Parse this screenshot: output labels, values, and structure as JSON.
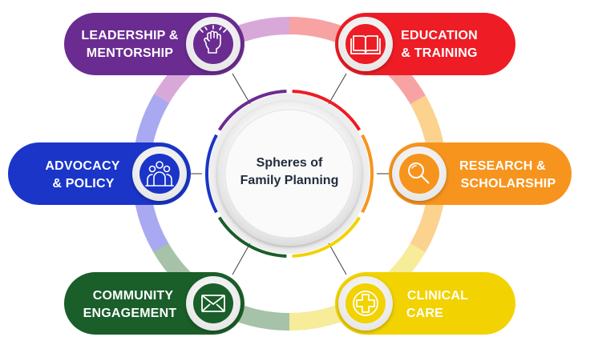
{
  "center": {
    "line1": "Spheres of",
    "line2": "Family Planning"
  },
  "spheres": [
    {
      "id": "leadership",
      "line1": "LEADERSHIP &",
      "line2": "MENTORSHIP",
      "icon": "raised-fist-icon",
      "color": "#6b2c91",
      "ring_color": "#d8a9d8"
    },
    {
      "id": "education",
      "line1": "EDUCATION",
      "line2": "& TRAINING",
      "icon": "open-book-icon",
      "color": "#ee1c24",
      "ring_color": "#f7a3a3"
    },
    {
      "id": "research",
      "line1": "RESEARCH &",
      "line2": "SCHOLARSHIP",
      "icon": "magnifier-icon",
      "color": "#f7941d",
      "ring_color": "#fbd28e"
    },
    {
      "id": "clinical",
      "line1": "CLINICAL",
      "line2": "CARE",
      "icon": "medical-cross-icon",
      "color": "#f2d200",
      "ring_color": "#f6ec9a"
    },
    {
      "id": "community",
      "line1": "COMMUNITY",
      "line2": "ENGAGEMENT",
      "icon": "envelope-icon",
      "color": "#1a5e2a",
      "ring_color": "#a6c2a8"
    },
    {
      "id": "advocacy",
      "line1": "ADVOCACY",
      "line2": "& POLICY",
      "icon": "group-people-icon",
      "color": "#1a35c8",
      "ring_color": "#a9a9f2"
    }
  ]
}
